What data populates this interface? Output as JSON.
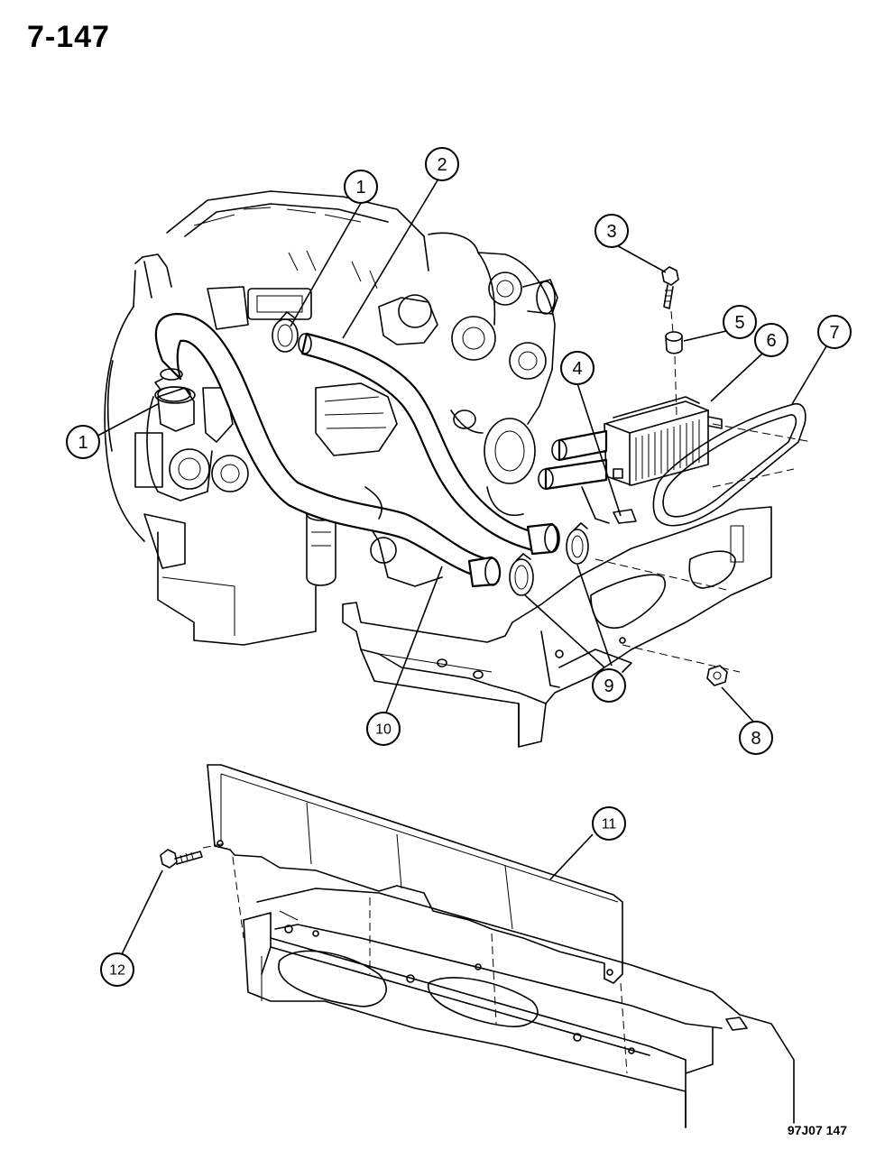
{
  "header": {
    "page_number": "7-147"
  },
  "footer": {
    "drawing_code": "97J07  147"
  },
  "callouts": [
    {
      "id": "c1a",
      "number": "1"
    },
    {
      "id": "c1b",
      "number": "1"
    },
    {
      "id": "c2",
      "number": "2"
    },
    {
      "id": "c3",
      "number": "3"
    },
    {
      "id": "c4",
      "number": "4"
    },
    {
      "id": "c5",
      "number": "5"
    },
    {
      "id": "c6",
      "number": "6"
    },
    {
      "id": "c7",
      "number": "7"
    },
    {
      "id": "c8",
      "number": "8"
    },
    {
      "id": "c9",
      "number": "9"
    },
    {
      "id": "c10",
      "number": "10"
    },
    {
      "id": "c11",
      "number": "11"
    },
    {
      "id": "c12",
      "number": "12"
    }
  ]
}
